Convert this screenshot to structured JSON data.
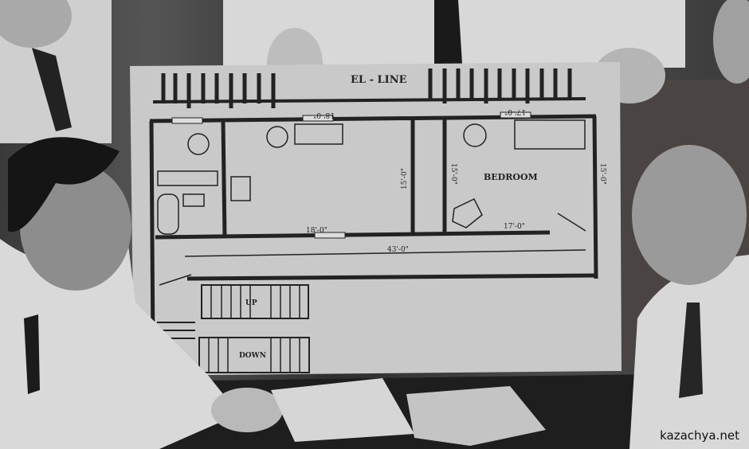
{
  "floor_plan": {
    "title": "EL - LINE",
    "room_label": "BEDROOM",
    "dimensions": {
      "window_left_top": "18'-0\"",
      "window_right_top": "17'-0\"",
      "hall_wall_left": "15'-0\"",
      "hall_wall_right": "15'-0\"",
      "right_wall": "15'-0\"",
      "living_bottom": "18'-0\"",
      "bedroom_bottom": "17'-0\"",
      "hallway_length": "43'-0\""
    },
    "stairs_up": "UP",
    "stairs_down": "DOWN"
  },
  "watermark": "kazachya.net"
}
